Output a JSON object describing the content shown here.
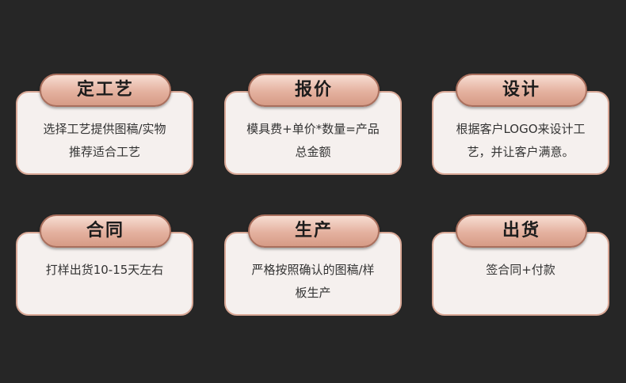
{
  "steps": [
    {
      "title": "定工艺",
      "desc_line1": "选择工艺提供图稿/实物",
      "desc_line2": "推荐适合工艺"
    },
    {
      "title": "报价",
      "desc_line1": "模具费+单价*数量=产品",
      "desc_line2": "总金额"
    },
    {
      "title": "设计",
      "desc_line1": "根据客户LOGO来设计工",
      "desc_line2": "艺，并让客户满意。"
    },
    {
      "title": "合同",
      "desc_line1": "打样出货10-15天左右",
      "desc_line2": ""
    },
    {
      "title": "生产",
      "desc_line1": "严格按照确认的图稿/样",
      "desc_line2": "板生产"
    },
    {
      "title": "出货",
      "desc_line1": "签合同+付款",
      "desc_line2": ""
    }
  ],
  "colors": {
    "background": "#262626",
    "card_fill": "#f5f0ee",
    "card_border": "#d9a896",
    "pill_light": "#f7ddd2",
    "pill_dark": "#d69b86",
    "text": "#333333"
  }
}
